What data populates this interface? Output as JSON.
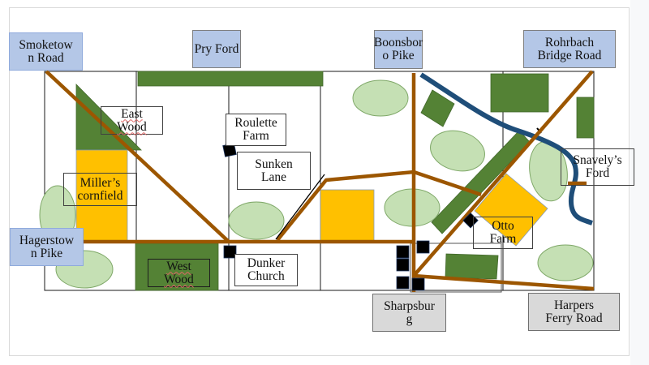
{
  "map": {
    "colors": {
      "road": "#9c5600",
      "woods": "#548235",
      "field": "#ffc000",
      "orchard": "#c5e0b4",
      "creek": "#1f4e79",
      "building": "#000000",
      "road_label_bg": "#b4c7e7",
      "town_label_bg": "#d9d9d9"
    },
    "road_labels": [
      {
        "id": "smoketown",
        "text": "Smoketow\nn Road"
      },
      {
        "id": "pry-ford",
        "text": "Pry Ford"
      },
      {
        "id": "boonsboro",
        "text": "Boonsbor\no Pike"
      },
      {
        "id": "rohrbach",
        "text": "Rohrbach\nBridge Road"
      },
      {
        "id": "hagerstown",
        "text": "Hagerstow\nn Pike"
      },
      {
        "id": "harpers-ferry",
        "text": "Harpers\nFerry Road"
      }
    ],
    "town_labels": [
      {
        "id": "sharpsburg",
        "text": "Sharpsbur\ng"
      }
    ],
    "place_labels": [
      {
        "id": "east-wood",
        "text": "East\nWood"
      },
      {
        "id": "millers-cornfield",
        "text": "Miller’s\ncornfield"
      },
      {
        "id": "west-wood",
        "text": "West\nWood"
      },
      {
        "id": "roulette-farm",
        "text": "Roulette\nFarm"
      },
      {
        "id": "sunken-lane",
        "text": "Sunken\nLane"
      },
      {
        "id": "dunker-church",
        "text": "Dunker\nChurch"
      },
      {
        "id": "snavelys-ford",
        "text": "Snavely’s\nFord"
      },
      {
        "id": "otto-farm",
        "text": "Otto\nFarm"
      }
    ]
  }
}
